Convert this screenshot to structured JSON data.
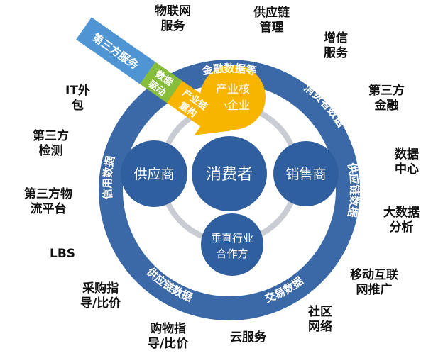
{
  "diagram": {
    "colors": {
      "ring_outer": "#3b69a8",
      "ring_inner_fill": "#ffffff",
      "inner_circle": "#2f5f9e",
      "core_circle": "#f7b500",
      "gray_ring": "#c9ccd2",
      "arrow_blue": "#4f95d3",
      "arrow_green": "#86be3c",
      "arrow_yellow": "#f7b500",
      "text_white": "#ffffff",
      "text_dark": "#111111"
    },
    "center": {
      "label": "消费者"
    },
    "left_node": {
      "label": "供应商"
    },
    "right_node": {
      "label": "销售商"
    },
    "top_node": {
      "line1": "产业核",
      "line2": "心企业"
    },
    "bottom_node": {
      "line1": "垂直行业",
      "line2": "合作方"
    },
    "ring_labels": {
      "top": "金融数据等",
      "right_upper": "消费者数据",
      "right_mid": "供应链数据",
      "bottom_right": "交易数据",
      "bottom_left": "供应链数据",
      "left": "信用数据"
    },
    "arrow": {
      "segment1": "第三方服务",
      "segment2": [
        "数据",
        "驱动"
      ],
      "segment3": [
        "产业链",
        "重构"
      ]
    },
    "outer_items": [
      {
        "id": "iot",
        "lines": [
          "物联网",
          "服务"
        ]
      },
      {
        "id": "supply-mgmt",
        "lines": [
          "供应链",
          "管理"
        ]
      },
      {
        "id": "credit",
        "lines": [
          "增信",
          "服务"
        ]
      },
      {
        "id": "finance",
        "lines": [
          "第三方",
          "金融"
        ]
      },
      {
        "id": "datacenter",
        "lines": [
          "数据",
          "中心"
        ]
      },
      {
        "id": "bigdata",
        "lines": [
          "大数据",
          "分析"
        ]
      },
      {
        "id": "mobile",
        "lines": [
          "移动互联",
          "网推广"
        ]
      },
      {
        "id": "community",
        "lines": [
          "社区",
          "网络"
        ]
      },
      {
        "id": "cloud",
        "lines": [
          "云服务"
        ]
      },
      {
        "id": "shopping",
        "lines": [
          "购物指",
          "导/比价"
        ]
      },
      {
        "id": "purchase",
        "lines": [
          "采购指",
          "导/比价"
        ]
      },
      {
        "id": "lbs",
        "lines": [
          "LBS"
        ]
      },
      {
        "id": "logistics",
        "lines": [
          "第三方物",
          "流平台"
        ]
      },
      {
        "id": "testing",
        "lines": [
          "第三方",
          "检测"
        ]
      },
      {
        "id": "it",
        "lines": [
          "IT外",
          "包"
        ]
      }
    ]
  }
}
